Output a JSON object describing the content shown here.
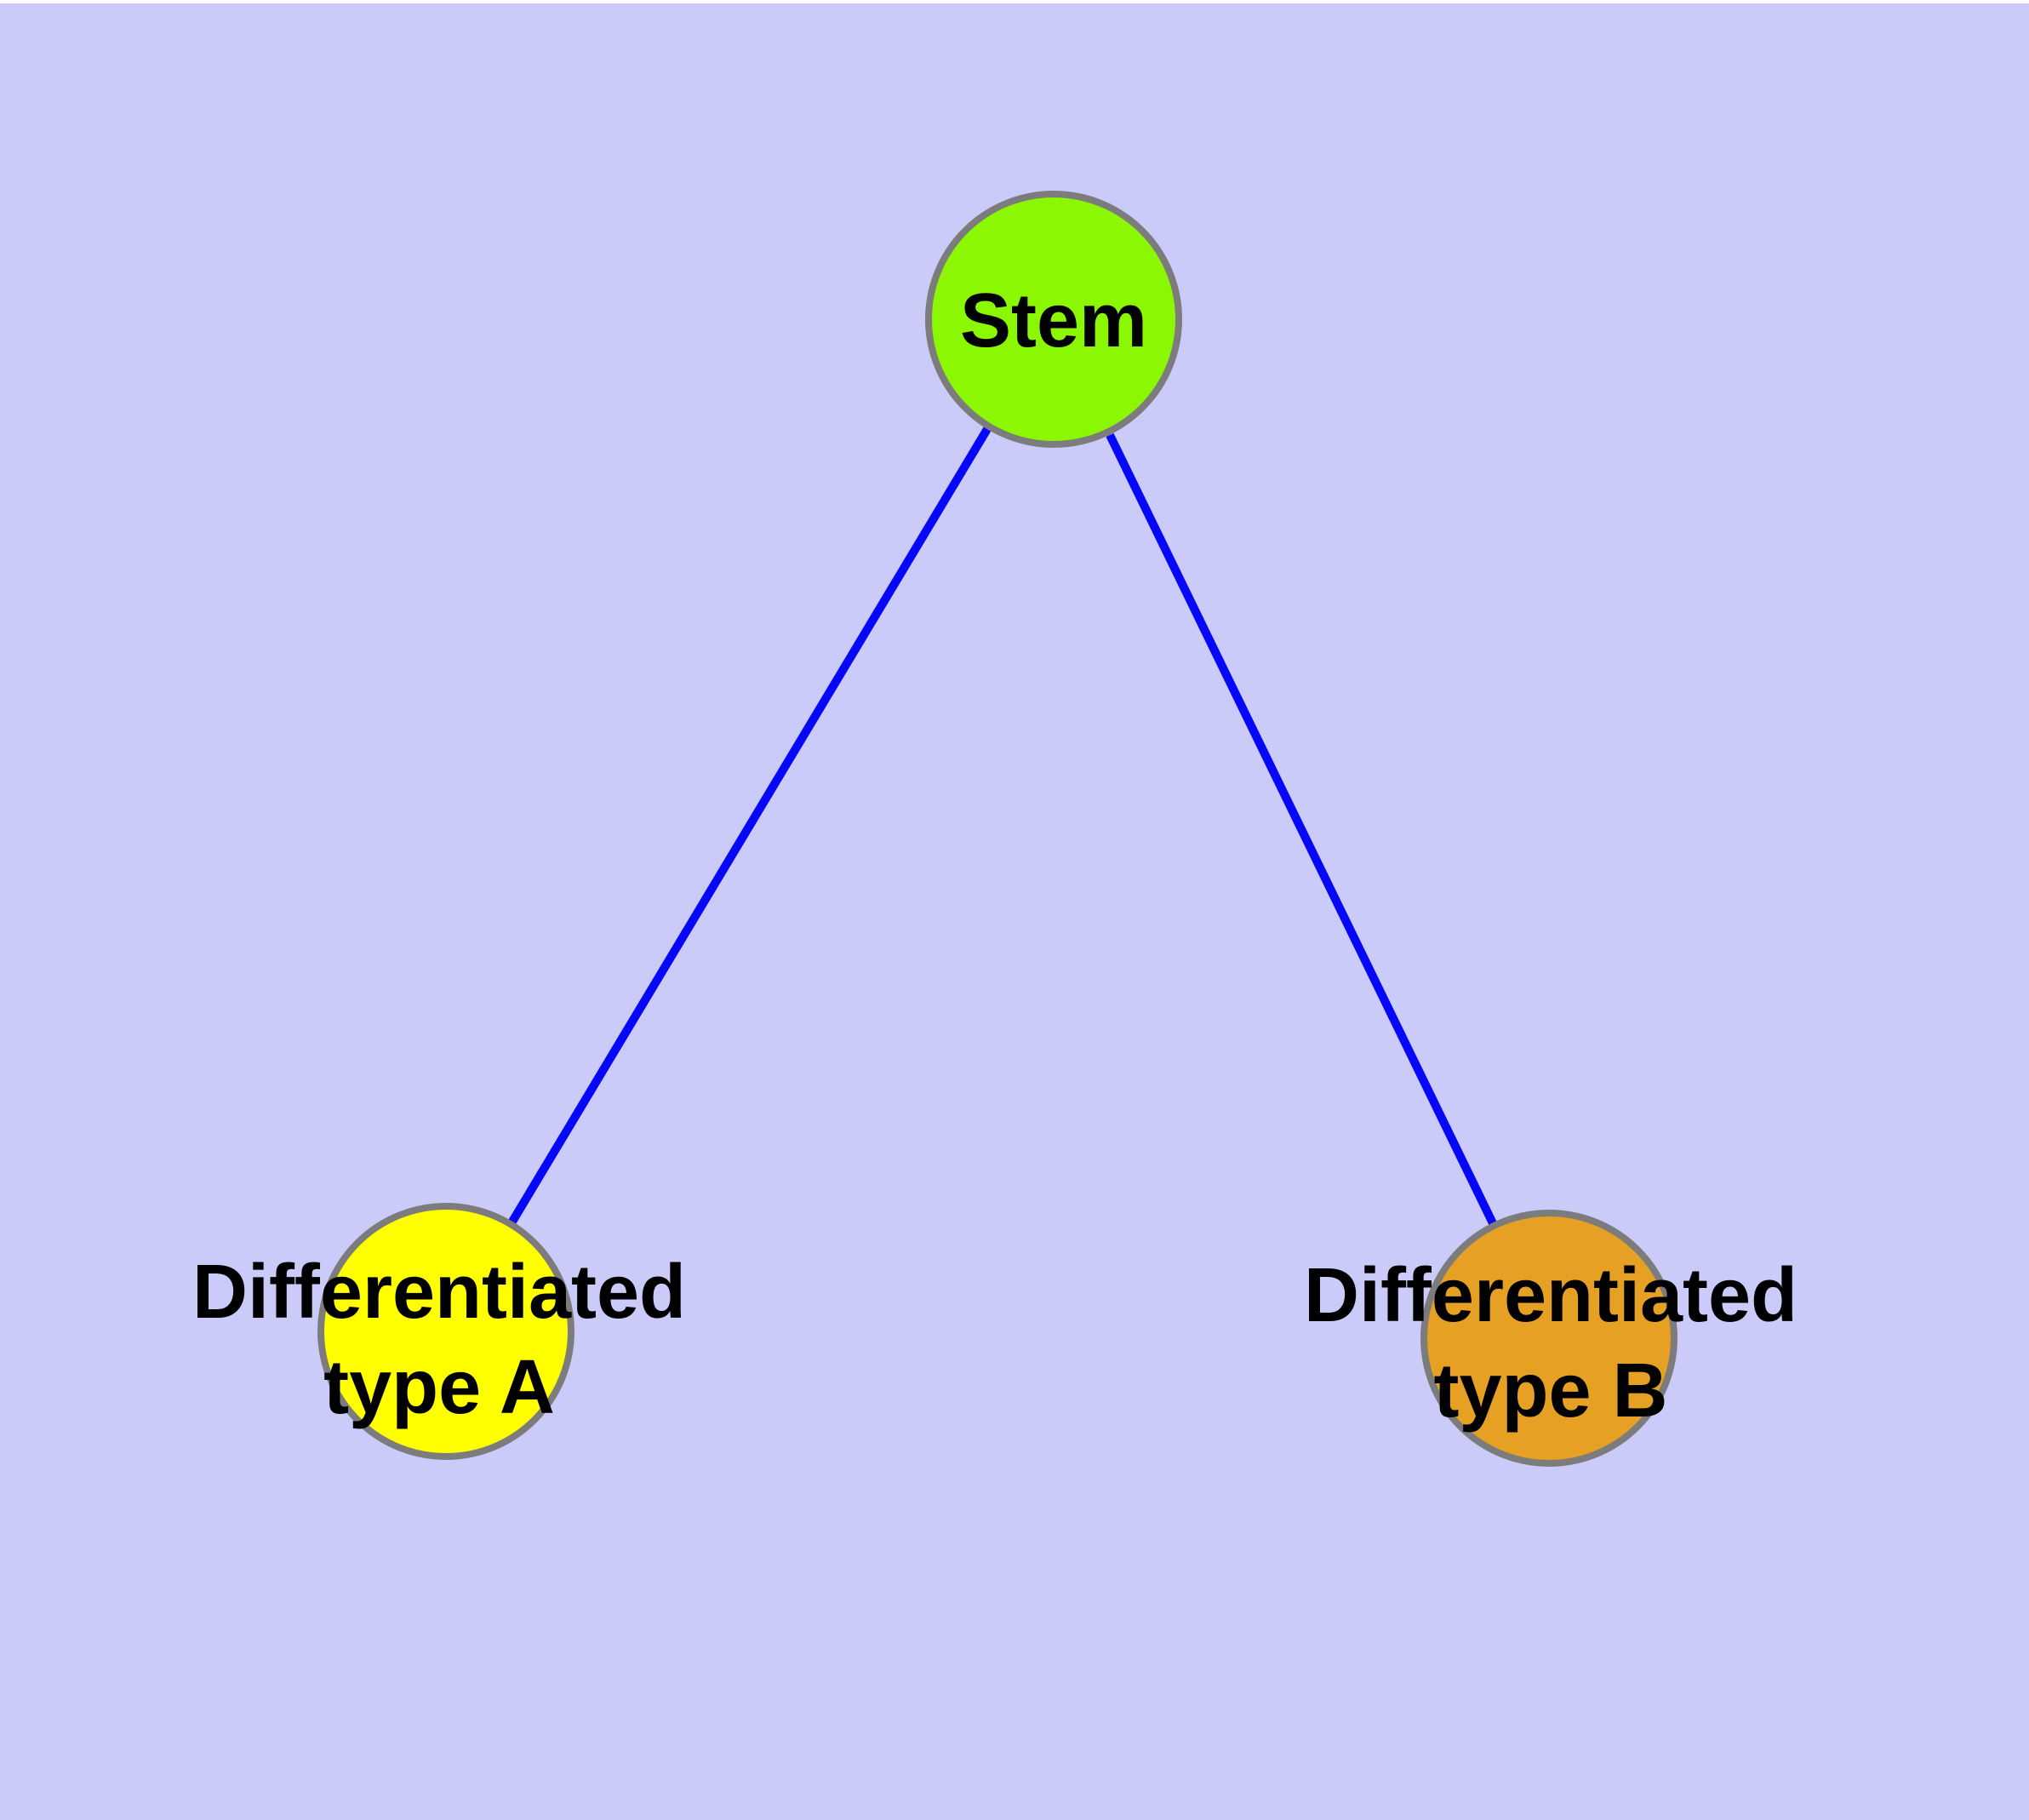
{
  "canvas": {
    "background_color": "#cbcbfa",
    "top_border_color": "#ffffff"
  },
  "edges": [
    {
      "id": "stem-to-type-a",
      "from": "stem",
      "to": "type-a",
      "color": "#0606f8"
    },
    {
      "id": "stem-to-type-b",
      "from": "stem",
      "to": "type-b",
      "color": "#0606f8"
    }
  ],
  "nodes": [
    {
      "id": "stem",
      "label": "Stem",
      "fill": "#8cf702",
      "border": "#7c7c7c",
      "text_color": "#000000"
    },
    {
      "id": "type-a",
      "label_line1": "Differentiated",
      "label_line2": "type A",
      "fill": "#ffff00",
      "border": "#7c7c7c",
      "text_color": "#000000"
    },
    {
      "id": "type-b",
      "label_line1": "Differentiated",
      "label_line2": "type B",
      "fill": "#e6a023",
      "border": "#7c7c7c",
      "text_color": "#000000"
    }
  ]
}
